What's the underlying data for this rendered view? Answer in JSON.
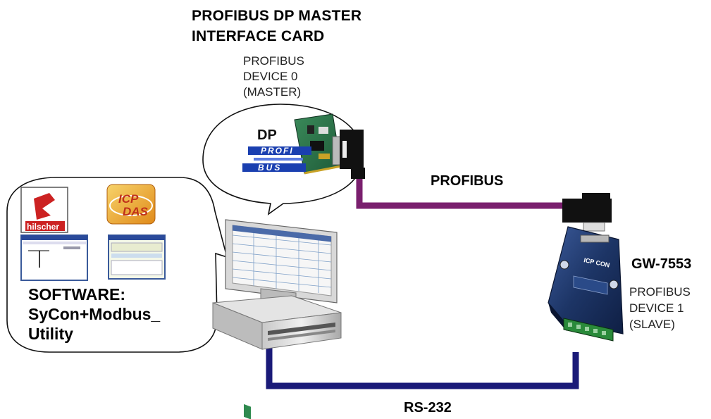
{
  "card": {
    "title_line1": "PROFIBUS DP MASTER",
    "title_line2": "INTERFACE CARD",
    "device_line1": "PROFIBUS",
    "device_line2": "DEVICE 0",
    "device_line3": "(MASTER)",
    "dp_text": "DP",
    "logo_line1": "PROFI",
    "logo_line2": "BUS"
  },
  "links": {
    "profibus_label": "PROFIBUS",
    "rs232_label": "RS-232",
    "profibus_color": "#7a1f6e",
    "rs232_color": "#1a1a78"
  },
  "gateway": {
    "name": "GW-7553",
    "device_line1": "PROFIBUS",
    "device_line2": "DEVICE 1",
    "device_line3": "(SLAVE)",
    "brand": "ICP CON",
    "body_color": "#1d3566"
  },
  "software": {
    "line1": "SOFTWARE:",
    "line2": "SyCon+Modbus_",
    "line3": "Utility",
    "hilscher_logo_text": "hilscher",
    "icpdas_logo_line1": "ICP",
    "icpdas_logo_line2": "DAS"
  }
}
